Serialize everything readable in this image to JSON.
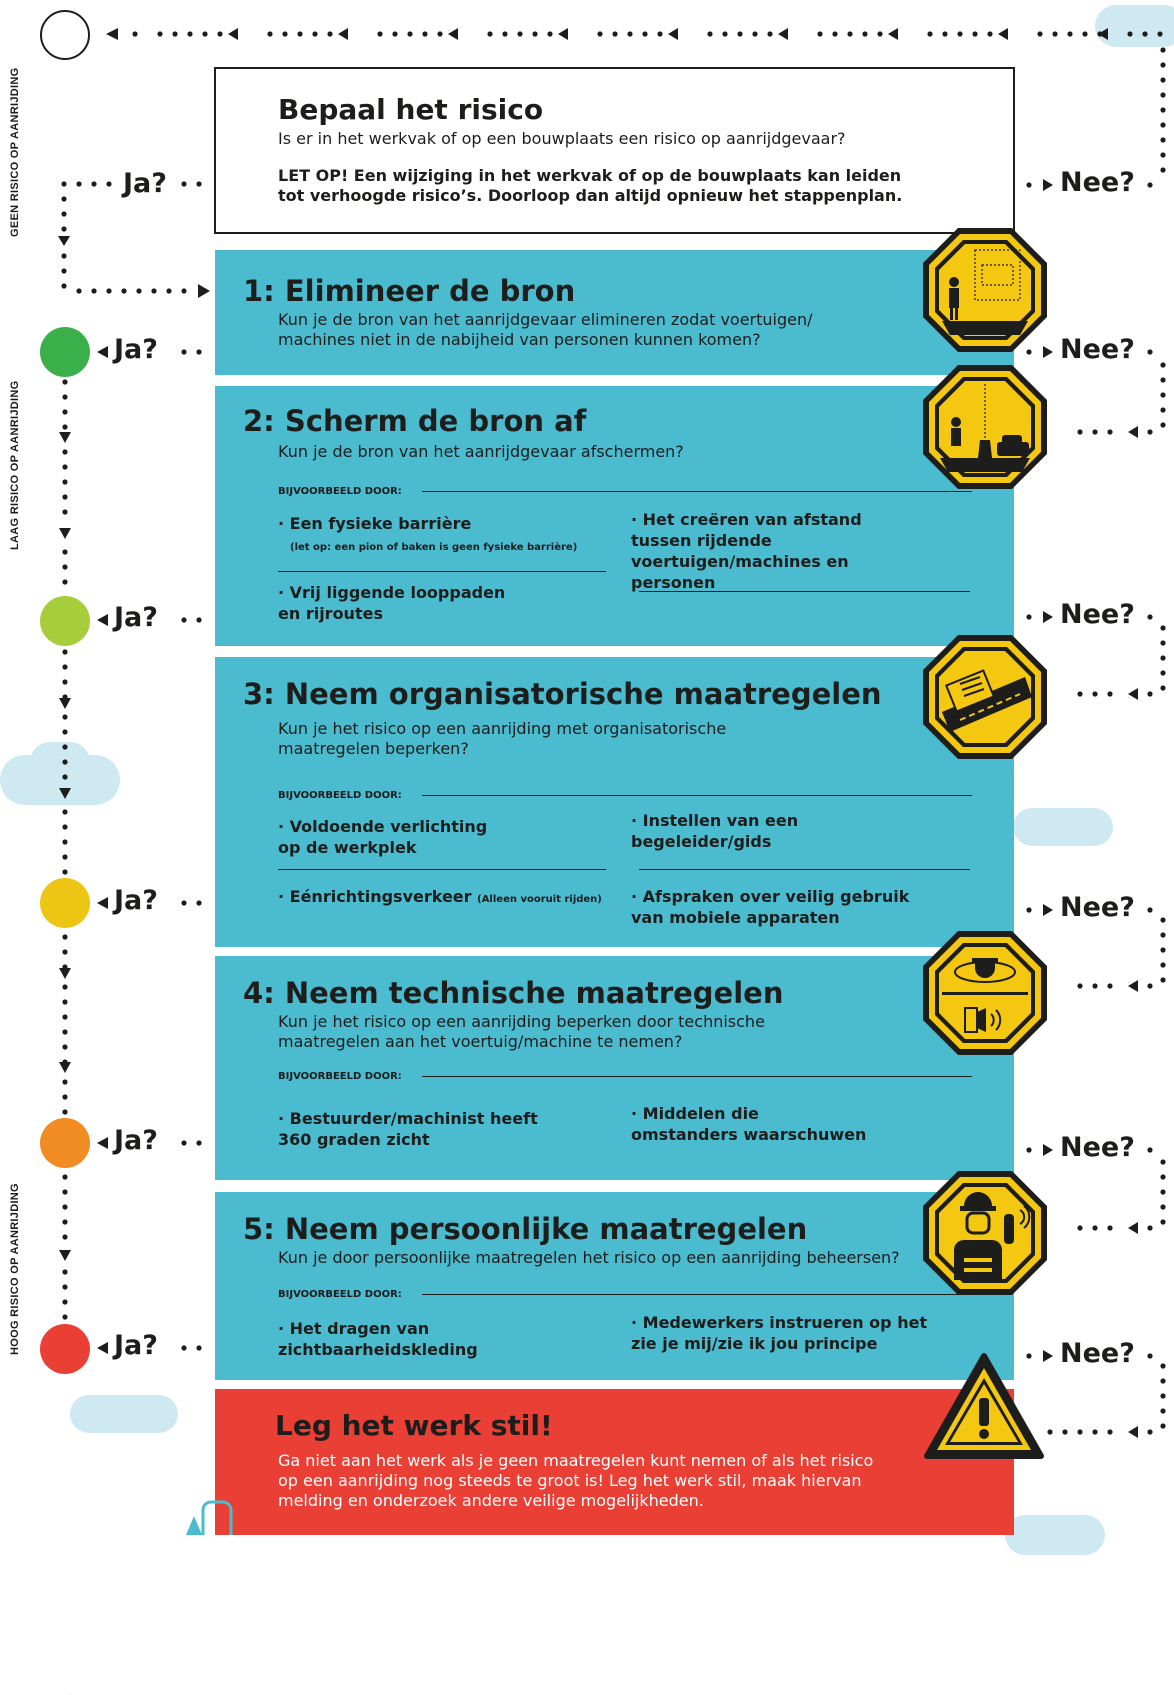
{
  "side_labels": {
    "top": "GEEN RISICO OP AANRIJDING",
    "middle": "LAAG RISICO OP AANRIJDING",
    "bottom": "HOOG RISICO OP AANRIJDING"
  },
  "ja_label": "Ja?",
  "nee_label": "Nee?",
  "risk_circle_colors": [
    "#ffffff",
    "#3aaf4a",
    "#a7cd3a",
    "#edc514",
    "#f08c21",
    "#e93f35"
  ],
  "intro": {
    "title": "Bepaal het risico",
    "question": "Is er in het werkvak of op een bouwplaats een risico op aanrijdgevaar?",
    "note": "LET OP! Een wijziging in het werkvak of op de bouwplaats kan leiden tot verhoogde risico’s. Doorloop dan altijd opnieuw het stappenplan."
  },
  "example_label": "BIJVOORBEELD DOOR:",
  "steps": [
    {
      "title": "1: Elimineer de bron",
      "question": "Kun je de bron van het aanrijdgevaar elimineren zodat voertuigen/ machines niet in de nabijheid van personen kunnen komen?",
      "icon": "person-truck-icon"
    },
    {
      "title": "2: Scherm de bron af",
      "question": "Kun je de bron van het aanrijdgevaar afschermen?",
      "icon": "barrier-car-icon",
      "examples": [
        {
          "text": "· Een fysieke barrière",
          "note": "(let op: een pion of baken is geen fysieke barrière)"
        },
        {
          "text": "· Vrij liggende looppaden en rijroutes"
        },
        {
          "text": "· Het creëren van afstand tussen rijdende voertuigen/machines en personen"
        }
      ]
    },
    {
      "title": "3: Neem organisatorische maatregelen",
      "question": "Kun je het risico op een aanrijding met organisatorische maatregelen beperken?",
      "icon": "route-plan-icon",
      "examples": [
        {
          "text": "· Voldoende verlichting op de werkplek"
        },
        {
          "text": "· Eénrichtingsverkeer",
          "note": "(Alleen vooruit rijden)"
        },
        {
          "text": "· Instellen van een begeleider/gids"
        },
        {
          "text": "· Afspraken over veilig gebruik van mobiele apparaten"
        }
      ]
    },
    {
      "title": "4: Neem technische maatregelen",
      "question": "Kun je het risico op een aanrijding beperken door technische maatregelen aan het voertuig/machine te nemen?",
      "icon": "camera-speaker-icon",
      "examples": [
        {
          "text": "· Bestuurder/machinist heeft 360 graden zicht"
        },
        {
          "text": "· Middelen die omstanders waarschuwen"
        }
      ]
    },
    {
      "title": "5: Neem persoonlijke maatregelen",
      "question": "Kun je door persoonlijke maatregelen het risico op een aanrijding beheersen?",
      "icon": "worker-vest-icon",
      "examples": [
        {
          "text": "· Het dragen van zichtbaarheidskleding"
        },
        {
          "text": "· Medewerkers instrueren op het zie je mij/zie ik jou principe"
        }
      ]
    }
  ],
  "stop": {
    "title": "Leg het werk stil!",
    "text": "Ga niet aan het werk als je geen maatregelen kunt nemen of als het risico op een aanrijding nog steeds te groot is! Leg het werk stil, maak hiervan melding en onderzoek andere veilige mogelijkheden.",
    "icon": "warning-icon"
  },
  "colors": {
    "step_box": "#4bbcd0",
    "stop_box": "#e93f35",
    "sign_yellow": "#f4c710",
    "sign_dark": "#1d1d1b",
    "cloud": "#cfe9f2"
  }
}
